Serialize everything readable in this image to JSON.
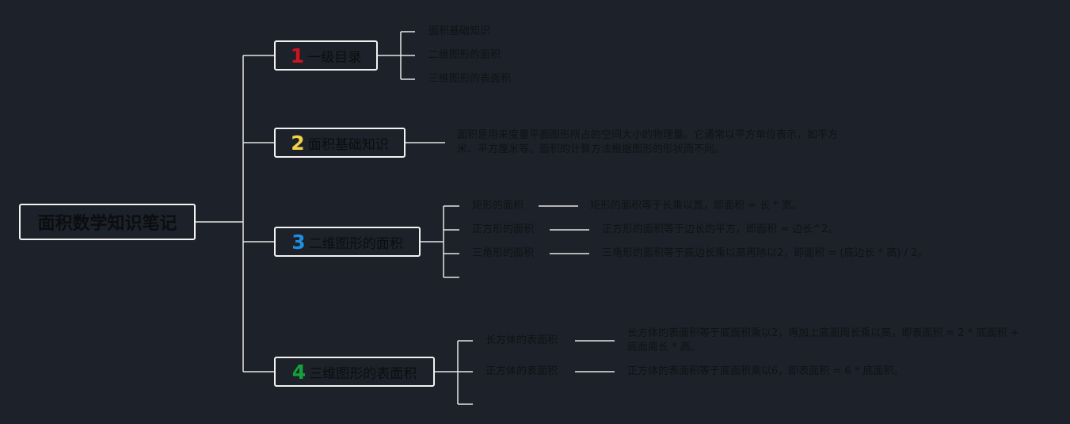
{
  "root": {
    "label": "面积数学知识笔记"
  },
  "colors": {
    "num1": "#d0141d",
    "num2": "#f2d24a",
    "num3": "#1e8fe0",
    "num4": "#14a33a",
    "line": "#e6e6e6"
  },
  "branches": [
    {
      "num": "1",
      "label": "一级目录",
      "children": [
        "面积基础知识",
        "二维图形的面积",
        "三维图形的表面积"
      ]
    },
    {
      "num": "2",
      "label": "面积基础知识",
      "note": "面积是用来度量平面图形所占的空间大小的物理量。它通常以平方单位表示，如平方米、平方厘米等。面积的计算方法根据图形的形状而不同。"
    },
    {
      "num": "3",
      "label": "二维图形的面积",
      "children": [
        {
          "label": "矩形的面积",
          "note": "矩形的面积等于长乘以宽，即面积 = 长 * 宽。"
        },
        {
          "label": "正方形的面积",
          "note": "正方形的面积等于边长的平方，即面积 = 边长^2。"
        },
        {
          "label": "三角形的面积",
          "note": "三角形的面积等于底边长乘以高再除以2，即面积 = (底边长 * 高) / 2。"
        }
      ]
    },
    {
      "num": "4",
      "label": "三维图形的表面积",
      "children": [
        {
          "label": "长方体的表面积",
          "note": "长方体的表面积等于底面积乘以2，再加上底面周长乘以高，即表面积 = 2 * 底面积 + 底面周长 * 高。"
        },
        {
          "label": "正方体的表面积",
          "note": "正方体的表面积等于底面积乘以6，即表面积 = 6 * 底面积。"
        }
      ]
    }
  ]
}
